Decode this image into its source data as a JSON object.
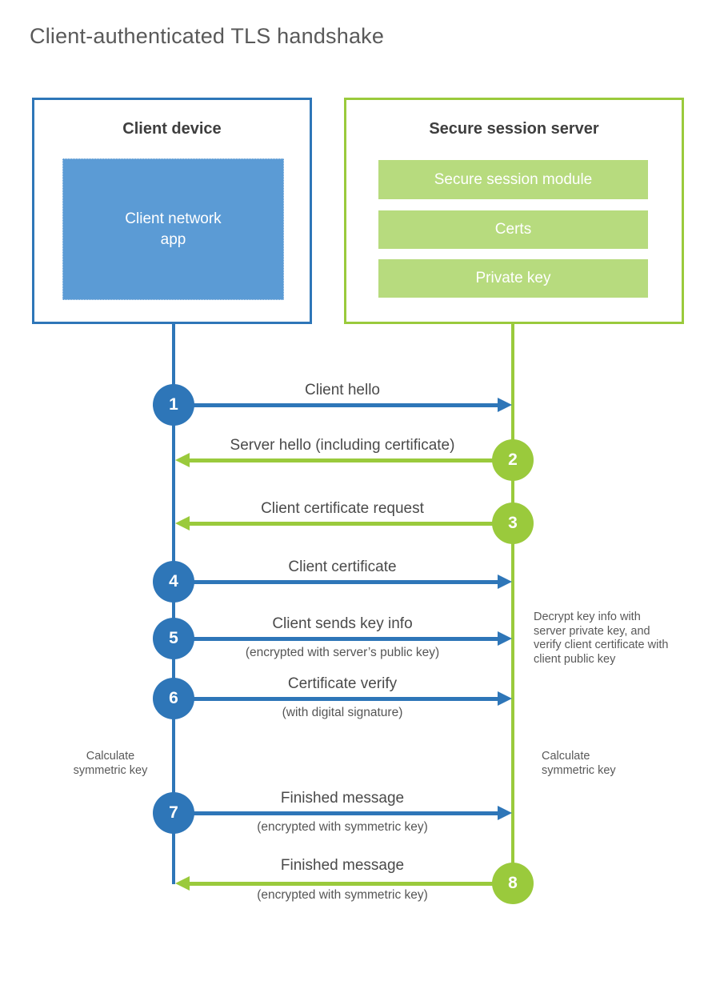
{
  "title": "Client-authenticated TLS handshake",
  "colors": {
    "blue_stroke": "#2e76b8",
    "blue_fill": "#5b9bd5",
    "green_stroke": "#9aca3c",
    "green_fill": "#b7db7e"
  },
  "client": {
    "title": "Client device",
    "app_label": "Client network app"
  },
  "server": {
    "title": "Secure session server",
    "modules": [
      "Secure session module",
      "Certs",
      "Private key"
    ]
  },
  "steps": [
    {
      "num": "1",
      "label": "Client hello",
      "sub": "",
      "direction": "client-to-server"
    },
    {
      "num": "2",
      "label": "Server hello (including certificate)",
      "sub": "",
      "direction": "server-to-client"
    },
    {
      "num": "3",
      "label": "Client certificate request",
      "sub": "",
      "direction": "server-to-client"
    },
    {
      "num": "4",
      "label": "Client certificate",
      "sub": "",
      "direction": "client-to-server"
    },
    {
      "num": "5",
      "label": "Client sends key info",
      "sub": "(encrypted with server’s public key)",
      "direction": "client-to-server"
    },
    {
      "num": "6",
      "label": "Certificate verify",
      "sub": "(with digital signature)",
      "direction": "client-to-server"
    },
    {
      "num": "7",
      "label": "Finished message",
      "sub": "(encrypted with symmetric key)",
      "direction": "client-to-server"
    },
    {
      "num": "8",
      "label": "Finished message",
      "sub": "(encrypted with symmetric key)",
      "direction": "server-to-client"
    }
  ],
  "notes": {
    "decrypt": "Decrypt key info with server private key, and verify client certificate with client public key",
    "calc_left": "Calculate symmetric key",
    "calc_right": "Calculate symmetric key"
  }
}
